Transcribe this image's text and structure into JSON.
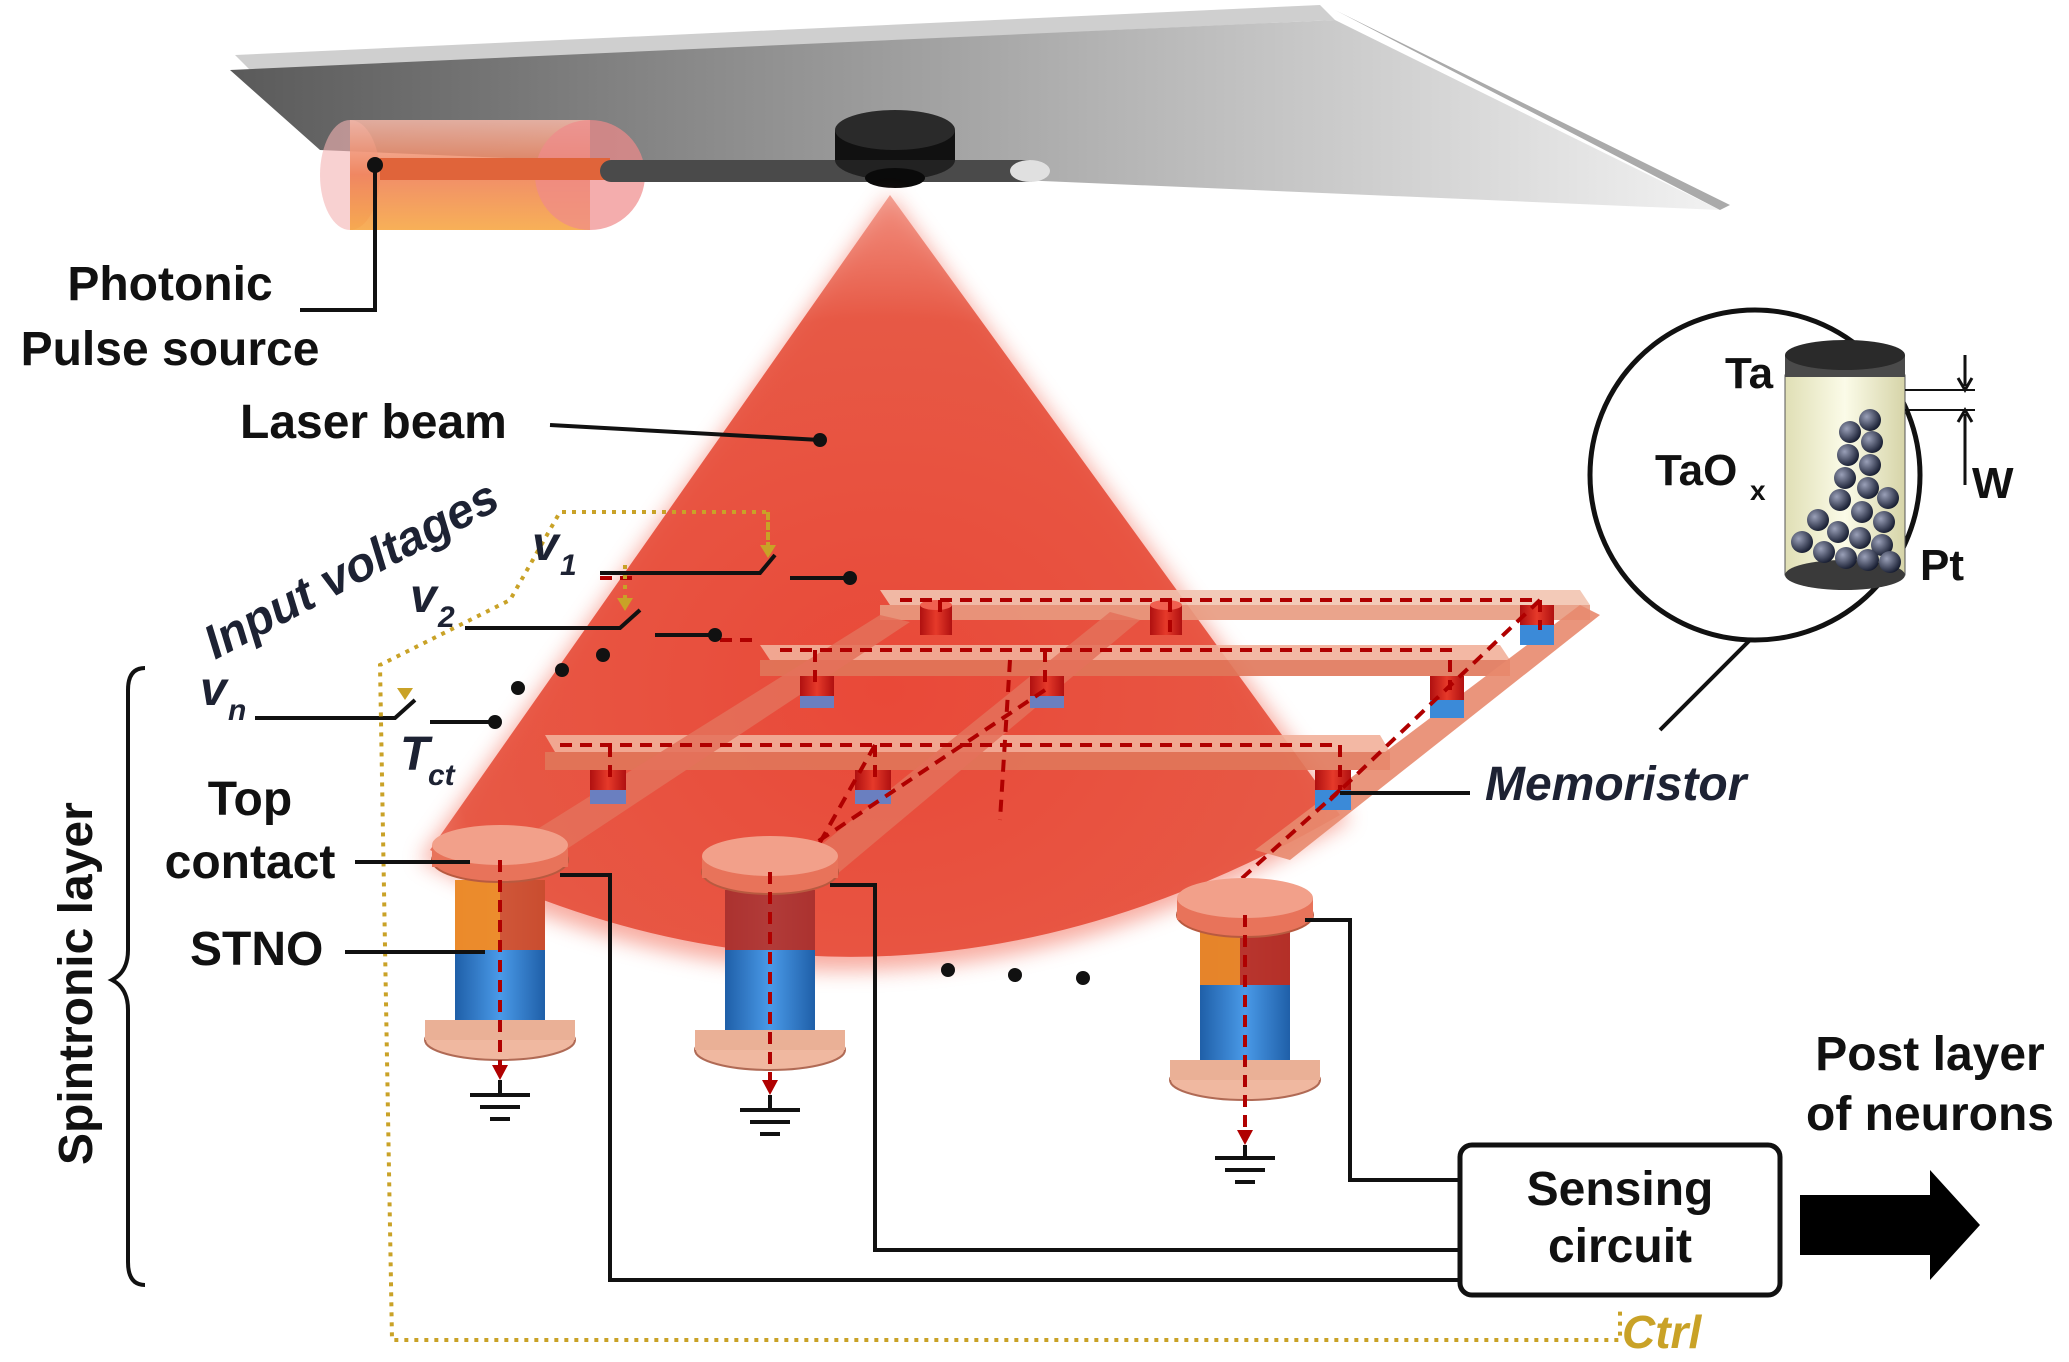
{
  "labels": {
    "photonic_line1": "Photonic",
    "photonic_line2": "Pulse source",
    "laser_beam": "Laser beam",
    "input_voltages": "Input voltages",
    "v1": "v",
    "v1_sub": "1",
    "v2": "v",
    "v2_sub": "2",
    "vn": "v",
    "vn_sub": "n",
    "tct": "T",
    "tct_sub": "ct",
    "top_contact_line1": "Top",
    "top_contact_line2": "contact",
    "stno": "STNO",
    "spintronic_layer": "Spintronic layer",
    "memoristor": "Memoristor",
    "sensing_line1": "Sensing",
    "sensing_line2": "circuit",
    "post_line1": "Post layer",
    "post_line2": "of neurons",
    "ctrl": "Ctrl"
  },
  "inset": {
    "ta": "Ta",
    "taox": "TaO",
    "taox_sub": "x",
    "pt": "Pt",
    "w": "W"
  },
  "colors": {
    "beam": "#e83a2a",
    "bar": "#e8735a",
    "stno_blue": "#2f7fd1",
    "ctrl_gold": "#c9a227"
  }
}
